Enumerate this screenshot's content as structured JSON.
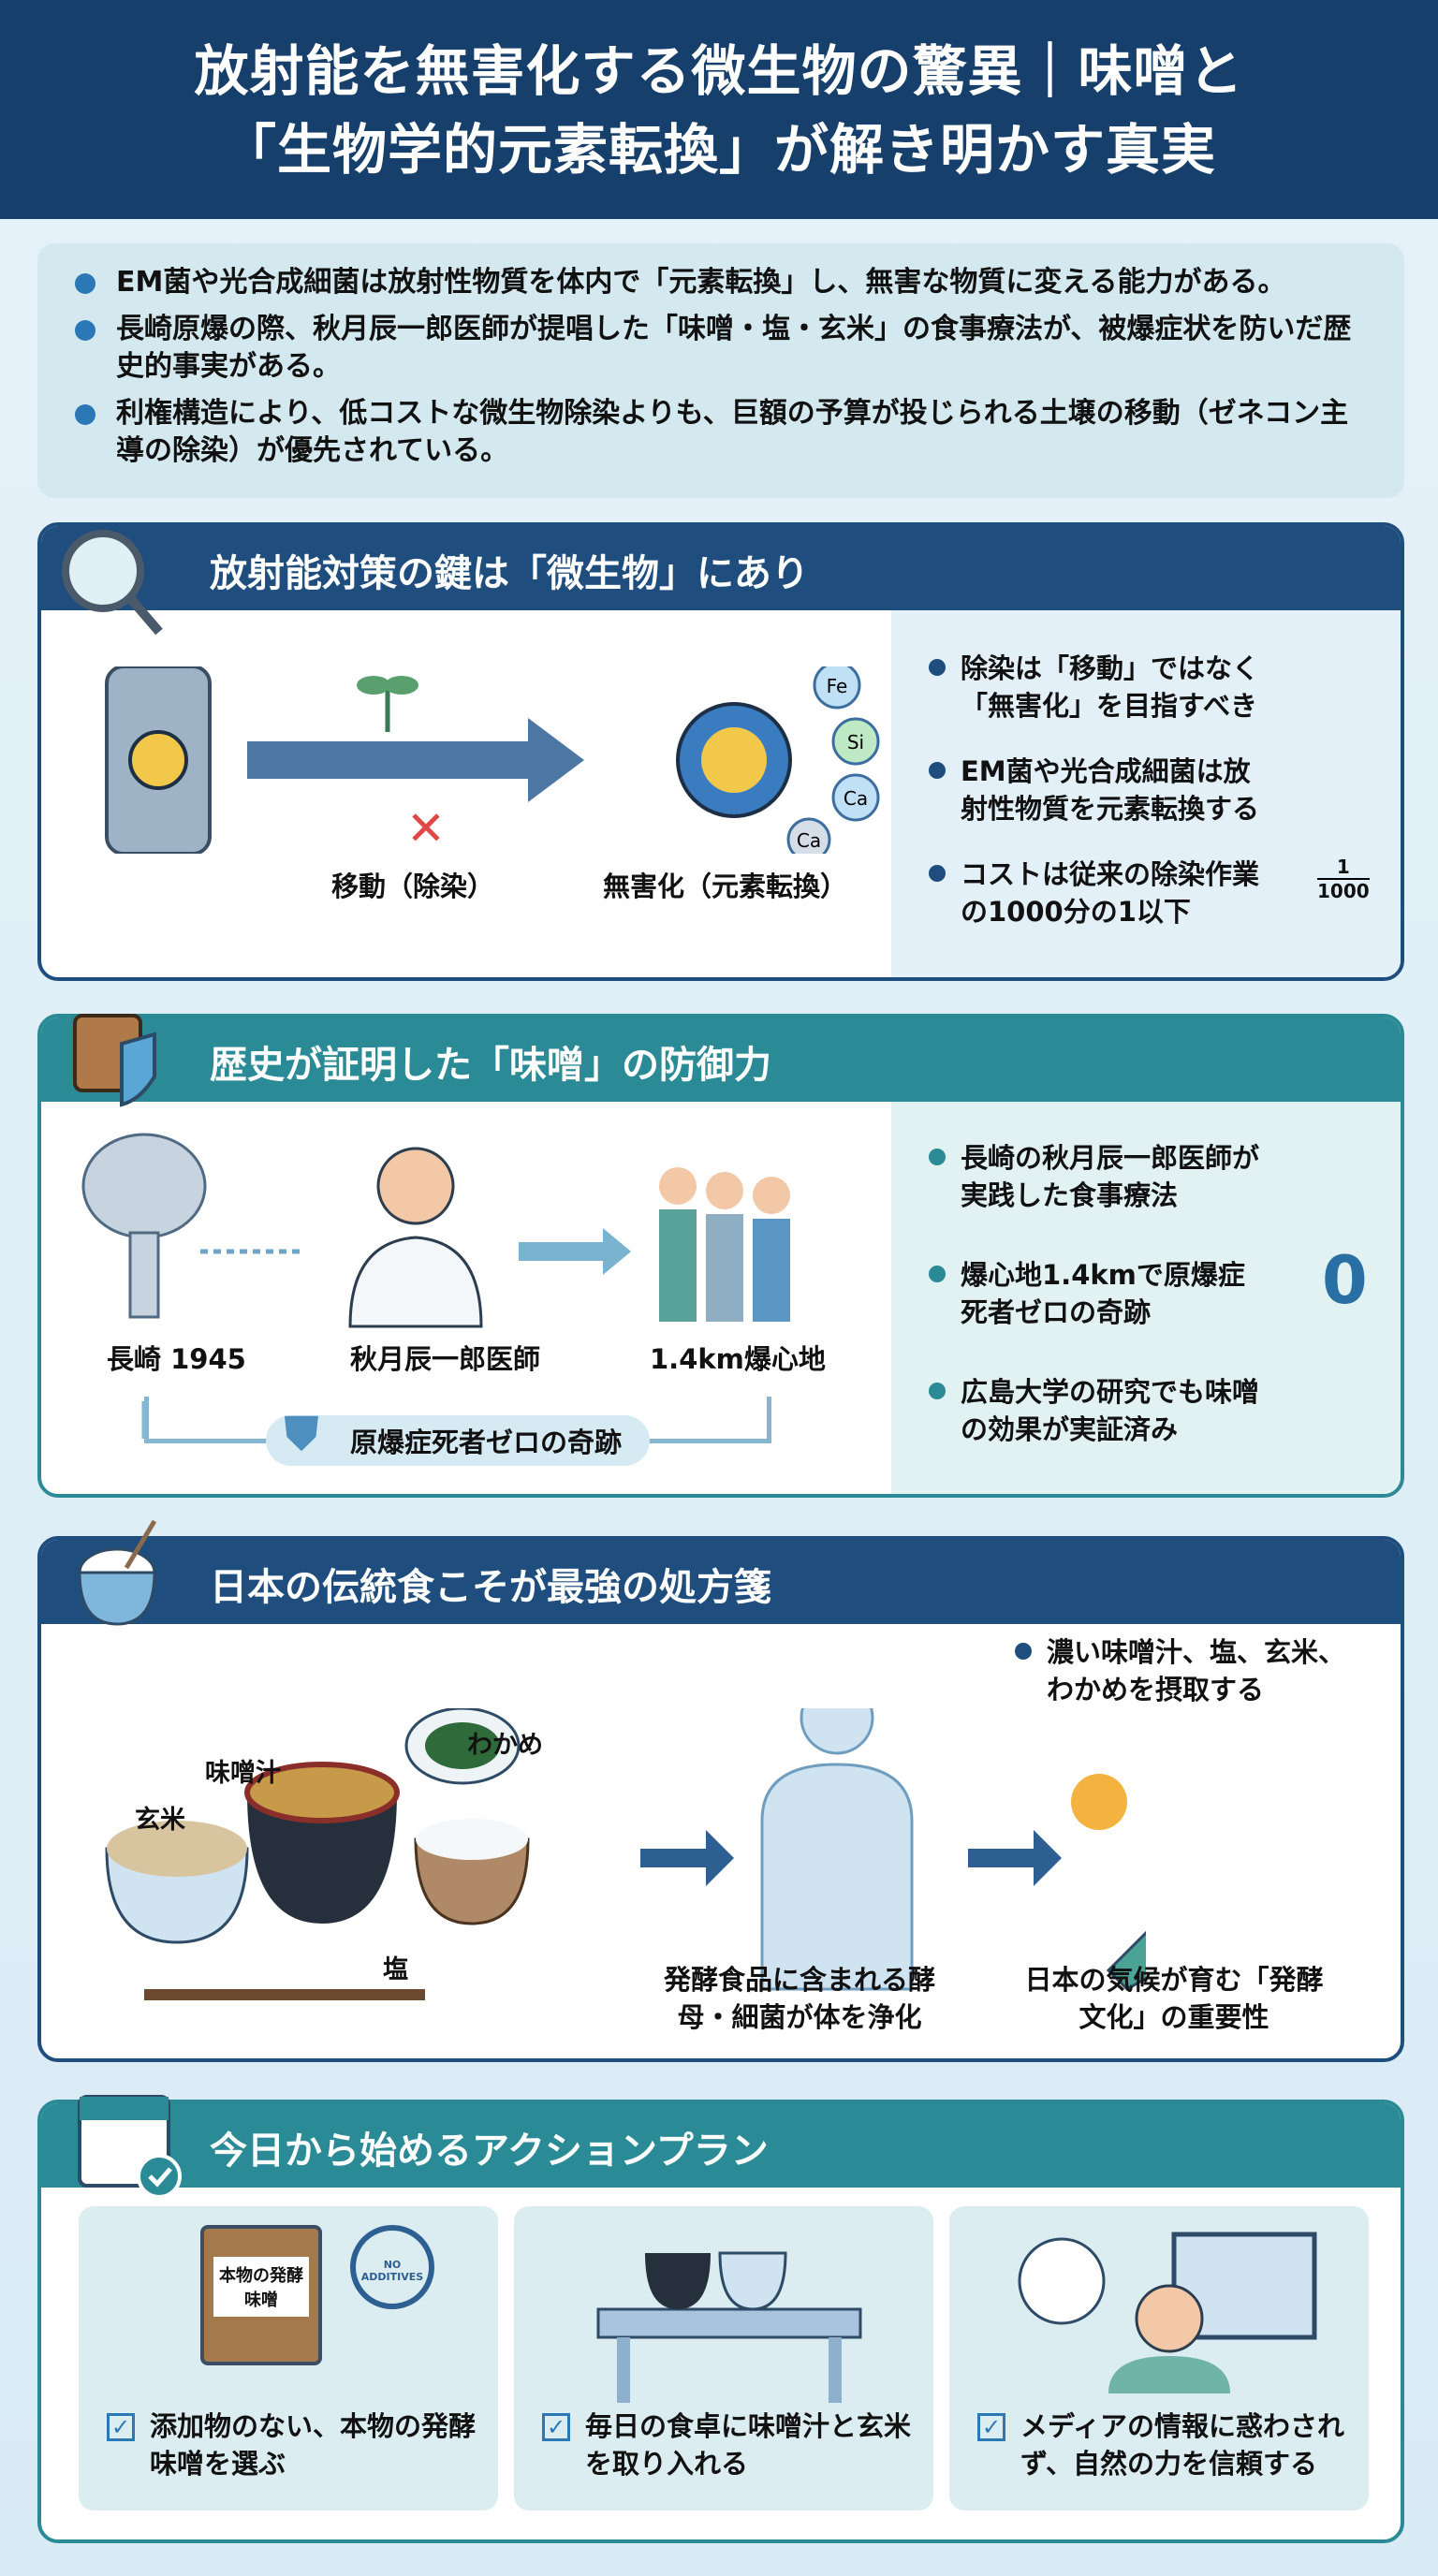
{
  "header": {
    "title_line1": "放射能を無害化する微生物の驚異｜味噌と",
    "title_line2": "「生物学的元素転換」が解き明かす真実"
  },
  "summary": [
    "EM菌や光合成細菌は放射性物質を体内で「元素転換」し、無害な物質に変える能力がある。",
    "長崎原爆の際、秋月辰一郎医師が提唱した「味噌・塩・玄米」の食事療法が、被爆症状を防いだ歴史的事実がある。",
    "利権構造により、低コストな微生物除染よりも、巨額の予算が投じられる土壌の移動（ゼネコン主導の除染）が優先されている。"
  ],
  "section1": {
    "title": "放射能対策の鍵は「微生物」にあり",
    "caption_move": "移動（除染）",
    "caption_harmless": "無害化（元素転換）",
    "elements": [
      "Fe",
      "Si",
      "Ca",
      "Ca"
    ],
    "fraction_num": "1",
    "fraction_den": "1000",
    "bullets": [
      "除染は「移動」ではなく「無害化」を目指すべき",
      "EM菌や光合成細菌は放射性物質を元素転換する",
      "コストは従来の除染作業の1000分の1以下"
    ]
  },
  "section2": {
    "title": "歴史が証明した「味噌」の防御力",
    "caption_nagasaki": "長崎 1945",
    "caption_doctor": "秋月辰一郎医師",
    "caption_hypocenter": "1.4km爆心地",
    "miracle_label": "原爆症死者ゼロの奇跡",
    "zero": "0",
    "bullets": [
      "長崎の秋月辰一郎医師が実践した食事療法",
      "爆心地1.4kmで原爆症死者ゼロの奇跡",
      "広島大学の研究でも味噌の効果が実証済み"
    ]
  },
  "section3": {
    "title": "日本の伝統食こそが最強の処方箋",
    "labels": {
      "miso_soup": "味噌汁",
      "wakame": "わかめ",
      "brown_rice": "玄米",
      "salt": "塩"
    },
    "caption_body": "発酵食品に含まれる酵母・細菌が体を浄化",
    "caption_japan": "日本の気候が育む「発酵文化」の重要性",
    "bullet": "濃い味噌汁、塩、玄米、わかめを摂取する"
  },
  "section4": {
    "title": "今日から始めるアクションプラン",
    "jar_label": "本物の発酵味噌",
    "badge": "NO ADDITIVES",
    "cards": [
      "添加物のない、本物の発酵味噌を選ぶ",
      "毎日の食卓に味噌汁と玄米を取り入れる",
      "メディアの情報に惑わされず、自然の力を信頼する"
    ]
  },
  "colors": {
    "navy": "#173f6b",
    "section_navy": "#1f4e7e",
    "teal": "#2a8a96",
    "accent_blue": "#2a78b5"
  }
}
